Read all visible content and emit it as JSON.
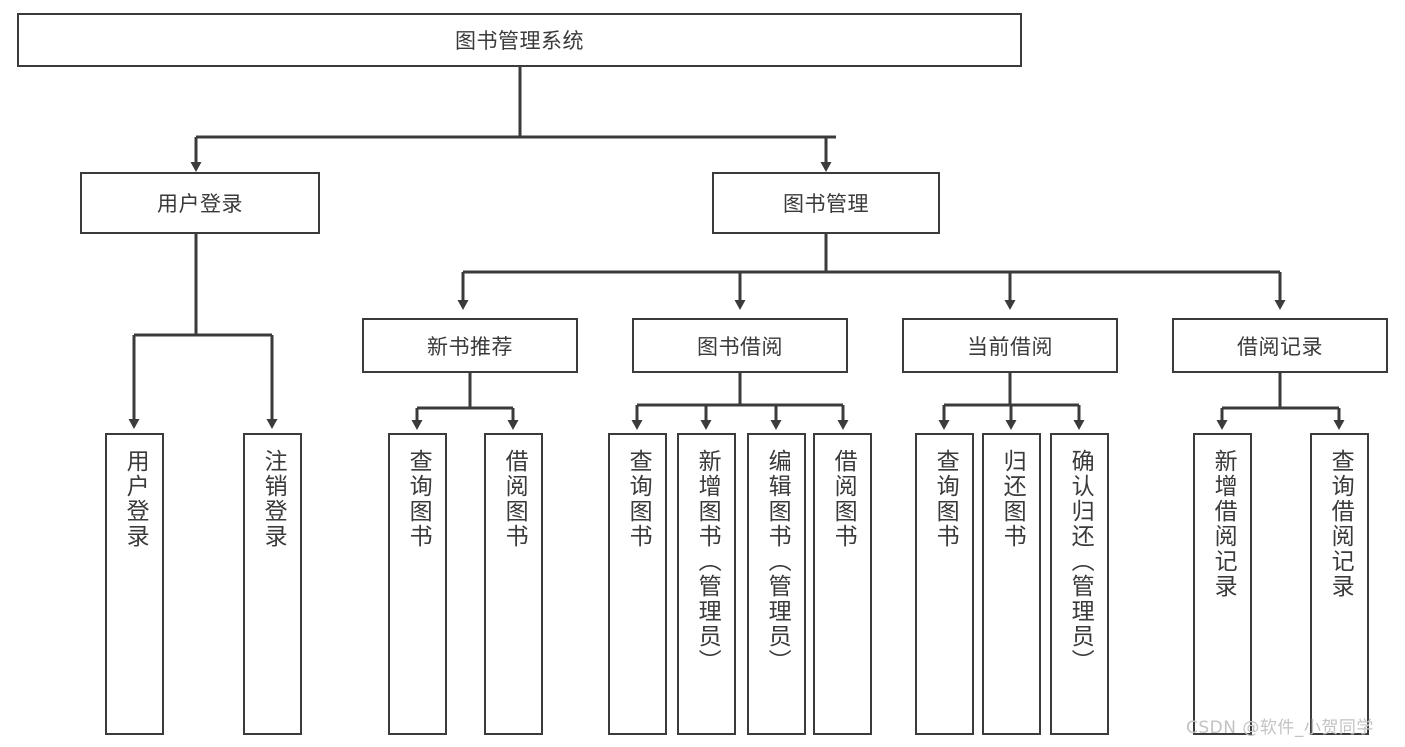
{
  "diagram": {
    "title": "图书管理系统",
    "type": "hierarchy-tree",
    "root": {
      "label": "图书管理系统"
    },
    "level2": [
      {
        "label": "用户登录"
      },
      {
        "label": "图书管理"
      }
    ],
    "level3": [
      {
        "label": "新书推荐"
      },
      {
        "label": "图书借阅"
      },
      {
        "label": "当前借阅"
      },
      {
        "label": "借阅记录"
      }
    ],
    "leaves": {
      "user_login": [
        {
          "label": "用户登录"
        },
        {
          "label": "注销登录"
        }
      ],
      "new_book_recommend": [
        {
          "label": "查询图书"
        },
        {
          "label": "借阅图书"
        }
      ],
      "book_borrow": [
        {
          "label": "查询图书"
        },
        {
          "label": "新增图书（管理员）"
        },
        {
          "label": "编辑图书（管理员）"
        },
        {
          "label": "借阅图书"
        }
      ],
      "current_borrow": [
        {
          "label": "查询图书"
        },
        {
          "label": "归还图书"
        },
        {
          "label": "确认归还（管理员）"
        }
      ],
      "borrow_record": [
        {
          "label": "新增借阅记录"
        },
        {
          "label": "查询借阅记录"
        }
      ]
    }
  },
  "watermark": {
    "text": "CSDN @软件_小贺同学"
  },
  "colors": {
    "stroke": "#3b3b3b",
    "box_fill": "#ffffff",
    "text": "#3a3a3a",
    "watermark": "#c3c3c3",
    "background": "#ffffff"
  }
}
